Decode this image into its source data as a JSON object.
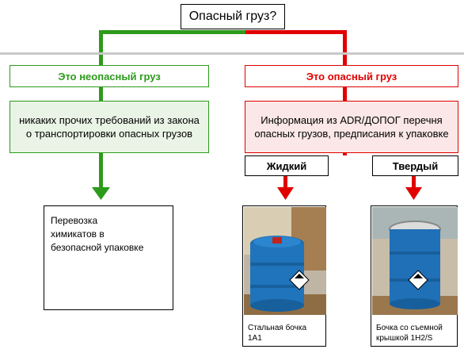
{
  "question": "Опасный груз?",
  "branches": {
    "non_hazardous": {
      "label": "Это неопасный груз",
      "description": "никаких прочих требований из закона о транспортировки опасных грузов",
      "result": "Перевозка химикатов в безопасной упаковке",
      "color": "#2d9a1c"
    },
    "hazardous": {
      "label": "Это опасный груз",
      "description": "Информация из ADR/ДОПОГ перечня опасных грузов, предписания к упаковке",
      "color": "#e00000",
      "liquid": {
        "label": "Жидкий",
        "caption": "Стальная бочка 1А1"
      },
      "solid": {
        "label": "Твердый",
        "caption": "Бочка со съемной крышкой 1Н2/S"
      }
    }
  },
  "icons": {
    "drum_closed": "closed-blue-drum-photo",
    "drum_open": "open-top-blue-drum-photo"
  }
}
